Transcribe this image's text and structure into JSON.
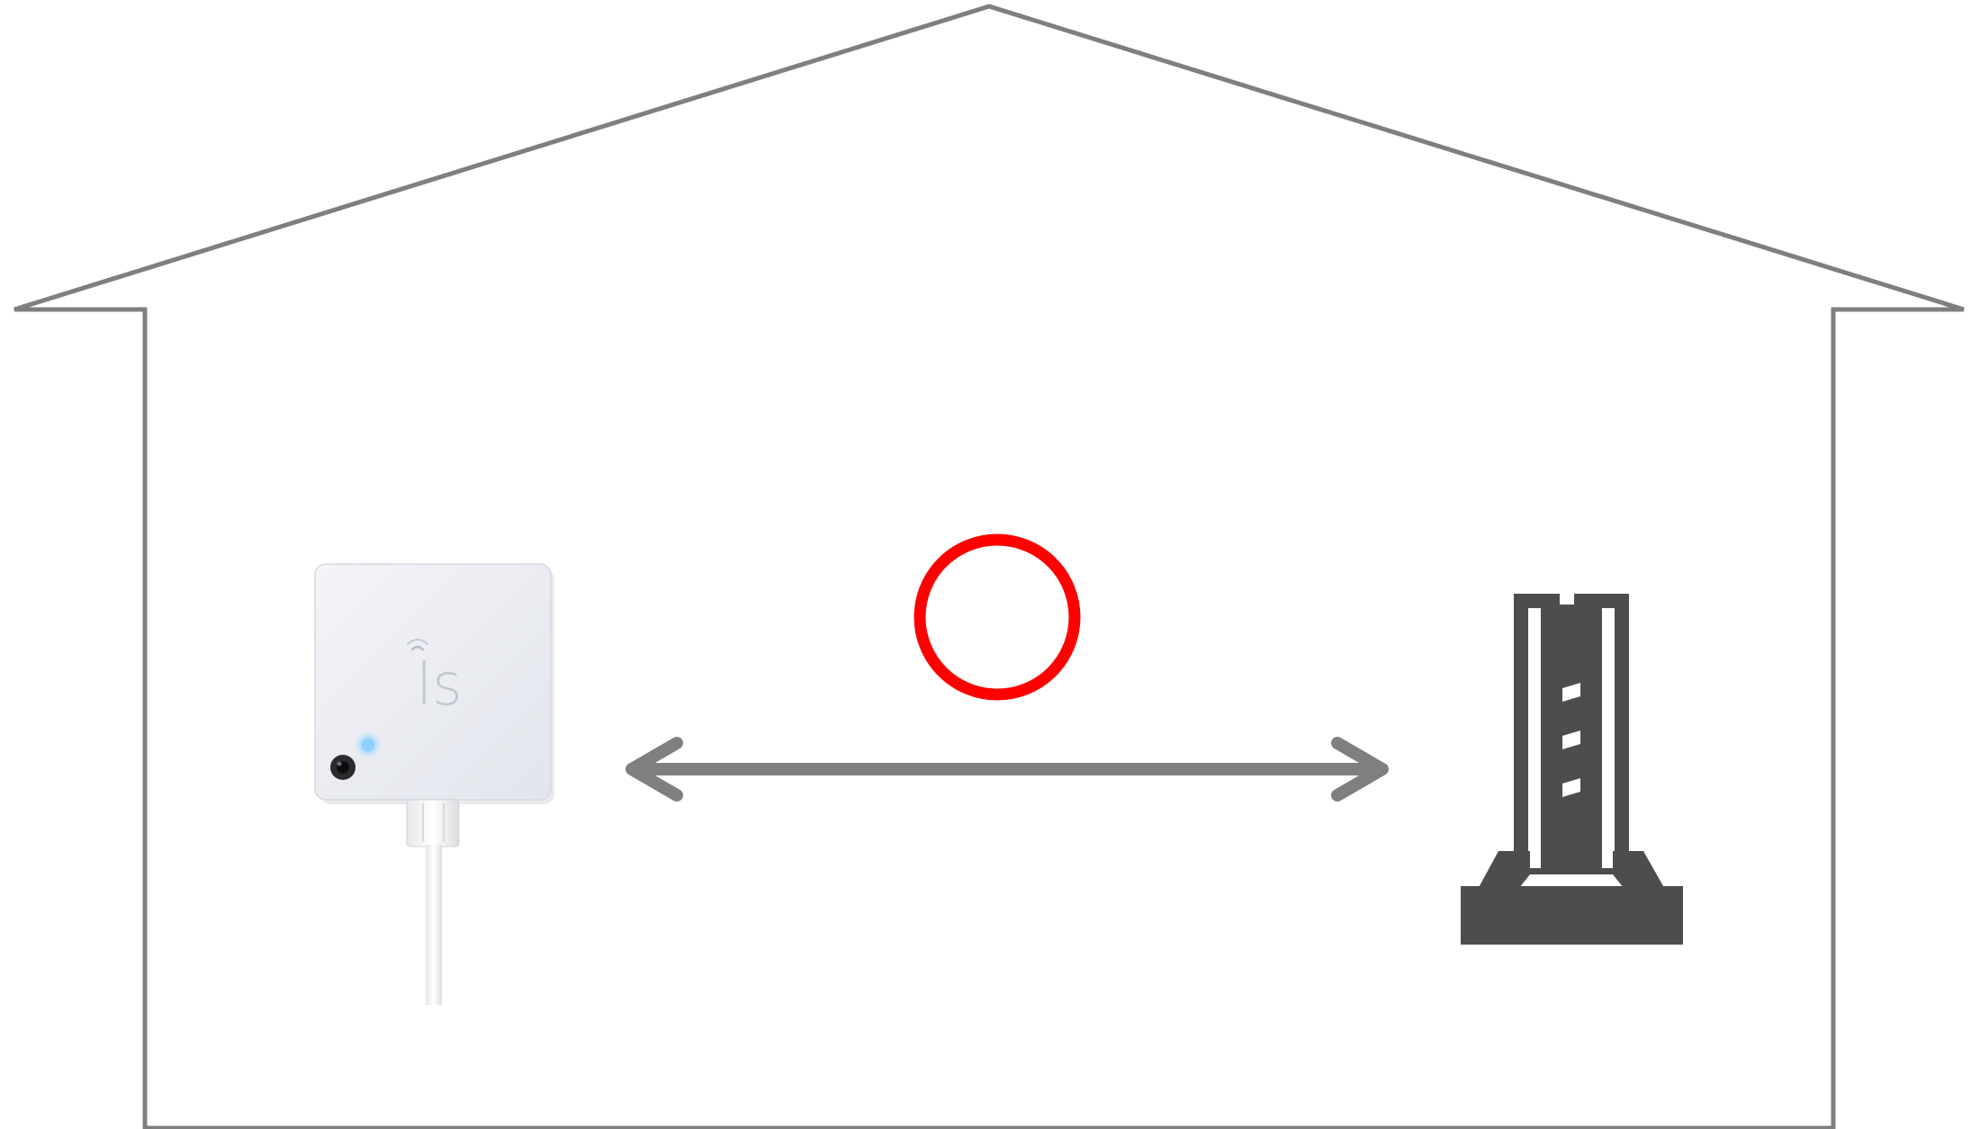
{
  "diagram": {
    "house": {
      "stroke_color": "#7f7f7f"
    },
    "device": {
      "icon": "smart-hub-device",
      "logo_text": "ls",
      "body_color": "#eceef3",
      "led_color": "#7ec8ff"
    },
    "connection": {
      "icon": "bidirectional-arrow",
      "color": "#7f7f7f",
      "status_icon": "circle-ok-mark",
      "status_color": "#ff0000"
    },
    "router": {
      "icon": "wifi-router-tower",
      "color": "#4d4d4d"
    }
  }
}
